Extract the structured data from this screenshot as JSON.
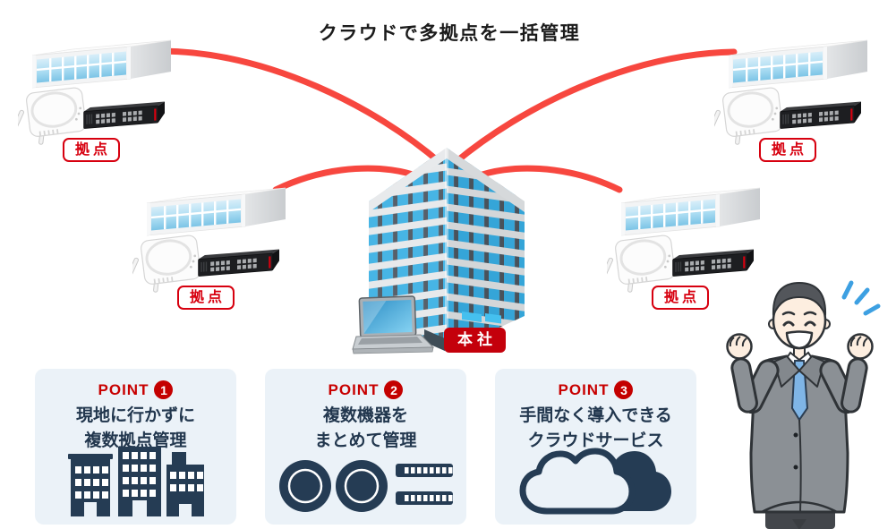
{
  "title": "クラウドで多拠点を一括管理",
  "hq": {
    "label": "本社"
  },
  "branches": [
    {
      "label": "拠点",
      "position": "top-left"
    },
    {
      "label": "拠点",
      "position": "top-right"
    },
    {
      "label": "拠点",
      "position": "mid-left"
    },
    {
      "label": "拠点",
      "position": "mid-right"
    }
  ],
  "points": [
    {
      "label": "POINT",
      "number": "1",
      "line1": "現地に行かずに",
      "line2": "複数拠点管理",
      "icon": "buildings-icon"
    },
    {
      "label": "POINT",
      "number": "2",
      "line1": "複数機器を",
      "line2": "まとめて管理",
      "icon": "devices-icon"
    },
    {
      "label": "POINT",
      "number": "3",
      "line1": "手間なく導入できる",
      "line2": "クラウドサービス",
      "icon": "cloud-icon"
    }
  ],
  "colors": {
    "accent_red": "#d7000f",
    "badge_red": "#c40000",
    "hq_badge_red": "#c4000b",
    "connection_line_red": "#f7473f",
    "navy": "#24384e",
    "card_background": "#ebf2f8",
    "window_blue": "#47b5e5"
  }
}
